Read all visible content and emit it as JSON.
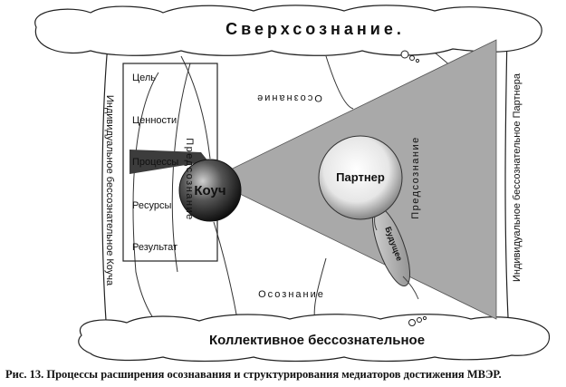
{
  "top_cloud": {
    "label": "Сверхсознание."
  },
  "bottom_cloud": {
    "label": "Коллективное бессознательное"
  },
  "left_vertical_label": "Индивидуальное бессознательное Коуча",
  "right_vertical_label": "Индивидуальное бессознательное Партнера",
  "levels_box": {
    "items": [
      "Цель",
      "Ценности",
      "Процессы",
      "Ресурсы",
      "Результат"
    ]
  },
  "preconscious_left": "Предсознание",
  "preconscious_right": "Предсознание",
  "awareness_top": "Осознание",
  "awareness_bottom": "Осознание",
  "coach_label": "Коуч",
  "partner_label": "Партнер",
  "future_label": "Будущее",
  "caption": "Рис. 13. Процессы расширения осознавания и структурирования медиаторов достижения МВЭР.",
  "colors": {
    "beam": "#a9a9a9",
    "ink": "#111111",
    "paper": "#ffffff"
  }
}
